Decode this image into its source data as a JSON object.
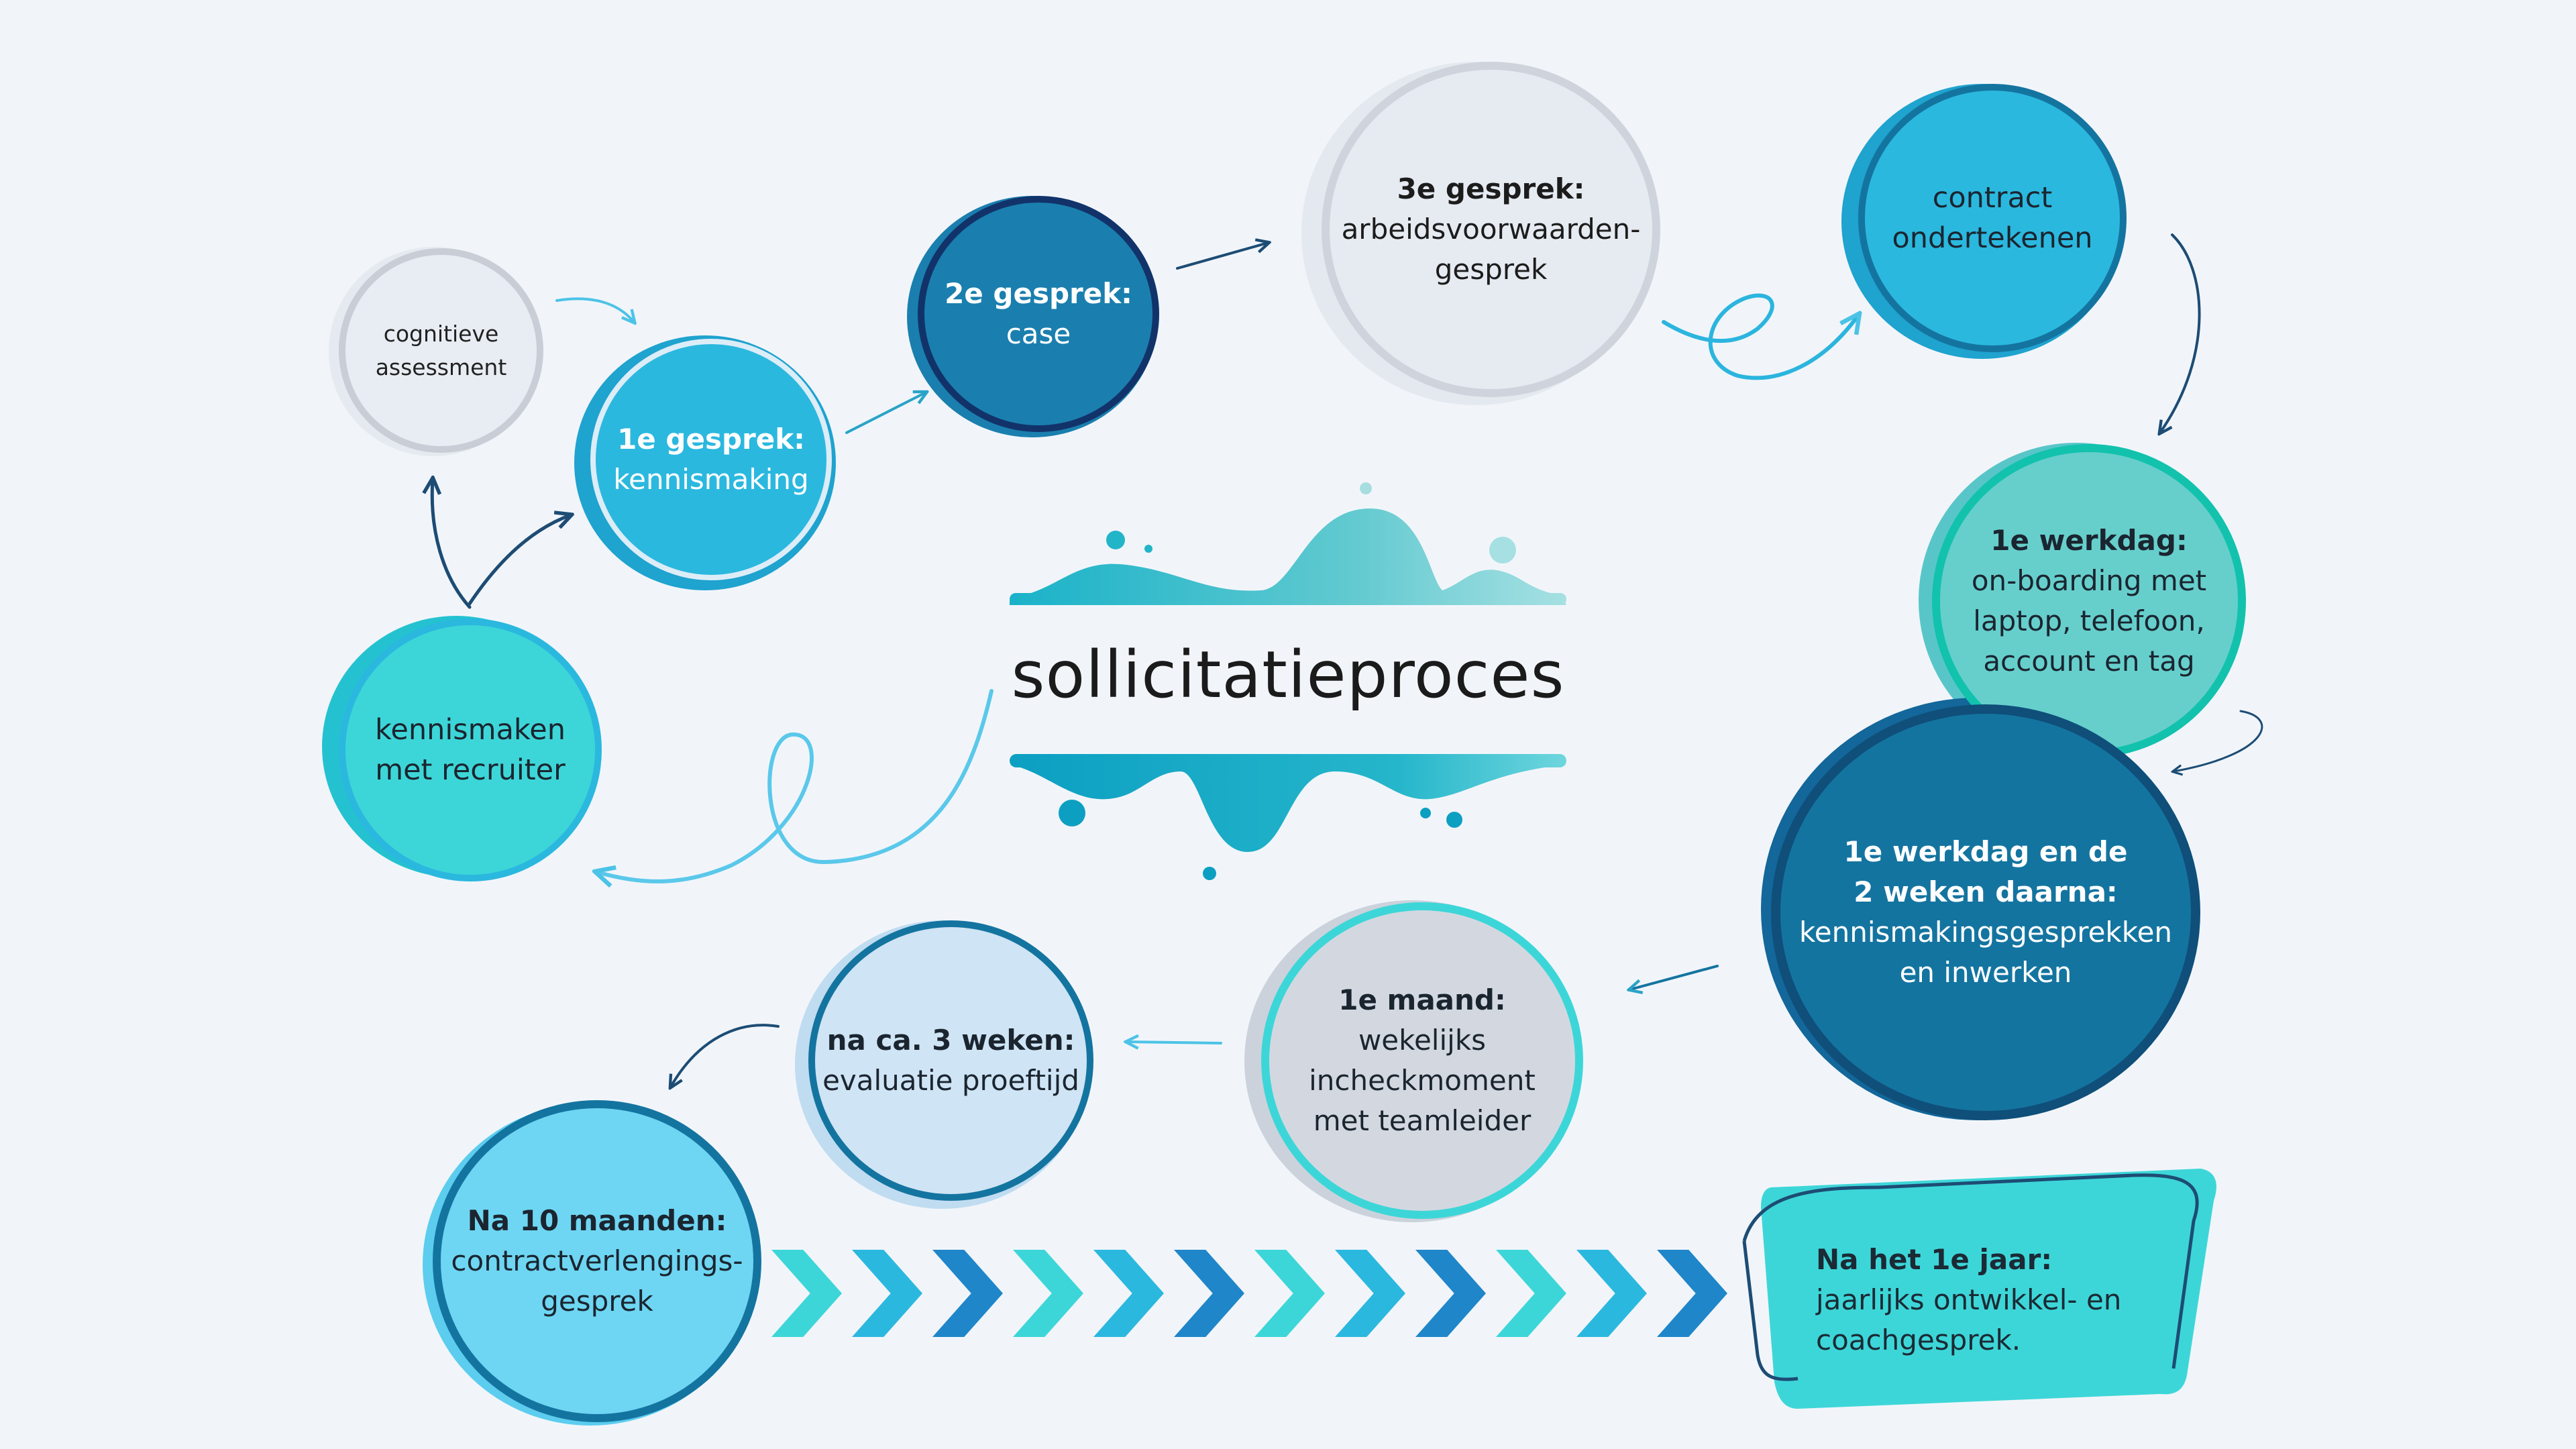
{
  "title": "sollicitatieproces",
  "steps": {
    "cognitive": {
      "title": "",
      "body": "cognitieve\nassessment"
    },
    "recruiter": {
      "title": "",
      "body": "kennismaken\nmet recruiter"
    },
    "first_interview": {
      "title": "1e gesprek:",
      "body": "kennismaking"
    },
    "second_interview": {
      "title": "2e gesprek:",
      "body": "case"
    },
    "third_interview": {
      "title": "3e gesprek:",
      "body": "arbeidsvoorwaarden-\ngesprek"
    },
    "contract": {
      "title": "",
      "body": "contract\nondertekenen"
    },
    "first_day": {
      "title": "1e werkdag:",
      "body": "on-boarding met\nlaptop, telefoon,\naccount en tag"
    },
    "first_weeks": {
      "title": "1e werkdag en de\n2 weken daarna:",
      "body": "kennismakingsgesprekken\nen inwerken"
    },
    "first_month": {
      "title": "1e maand:",
      "body": "wekelijks\nincheckmoment\nmet teamleider"
    },
    "three_weeks": {
      "title": "na ca. 3 weken:",
      "body": "evaluatie proeftijd"
    },
    "ten_months": {
      "title": "Na 10 maanden:",
      "body": "contractverlengings-\ngesprek"
    },
    "first_year": {
      "title": "Na het 1e jaar:",
      "body": "jaarlijks ontwikkel- en\ncoachgesprek."
    }
  },
  "colors": {
    "background": "#f1f5fa",
    "light_gray": "#e3e8ef",
    "sky": "#29b7dc",
    "teal": "#3dd6d8",
    "dark_blue": "#1474a0",
    "navy": "#0f4f7a",
    "mint": "#66cfcc",
    "pale_blue": "#cfe4f4",
    "light_cyan": "#6ed6f2"
  }
}
